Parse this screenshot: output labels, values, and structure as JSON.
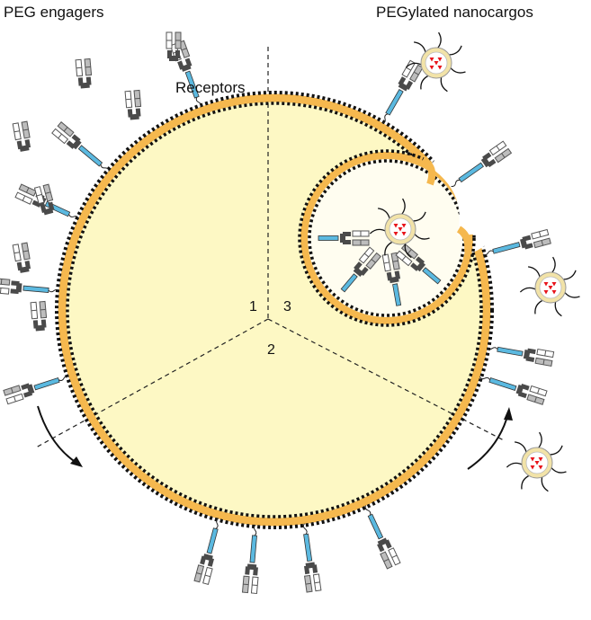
{
  "labels": {
    "peg_engagers": "PEG engagers",
    "pegylated_nanocargos": "PEGylated nanocargos",
    "receptors": "Receptors",
    "region_1": "1",
    "region_2": "2",
    "region_3": "3"
  },
  "colors": {
    "cell_interior": "#fdf8c4",
    "membrane": "#f5b84e",
    "receptor_stem": "#5bb9e0",
    "engager_dark": "#4a4a4a",
    "engager_light": "#bdbdbd",
    "cargo_payload": "#e8141b",
    "cargo_shell": "#f2e3a8"
  },
  "icons": [
    "peg-engager-icon",
    "receptor-icon",
    "nanocargo-icon",
    "rotation-arrow-icon"
  ]
}
